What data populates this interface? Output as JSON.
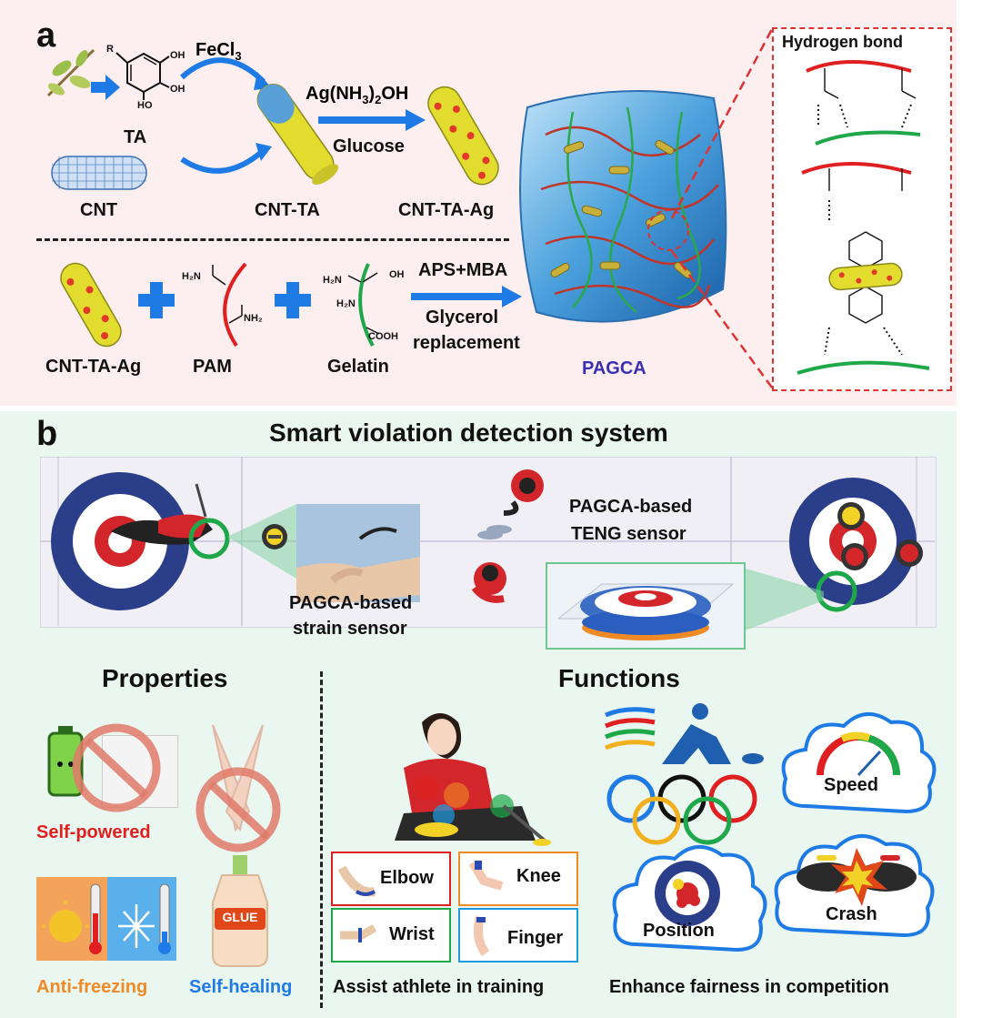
{
  "panel_a": {
    "letter": "a",
    "reagent_fecl3": "FeCl",
    "reagent_fecl3_sub": "3",
    "ta_label": "TA",
    "cnt_label": "CNT",
    "cnt_ta_label": "CNT-TA",
    "reagent_silver": "Ag(NH",
    "reagent_silver_sub": "3",
    "reagent_silver_tail": ")",
    "reagent_silver_sub2": "2",
    "reagent_silver_end": "OH",
    "reagent_glucose": "Glucose",
    "cnt_ta_ag_label": "CNT-TA-Ag",
    "cnt_ta_ag_label2": "CNT-TA-Ag",
    "pam_label": "PAM",
    "gelatin_label": "Gelatin",
    "reagent_aps": "APS+MBA",
    "reagent_glycerol": "Glycerol",
    "reagent_replacement": "replacement",
    "pagca_label": "PAGCA",
    "hydrogen_bond_title": "Hydrogen bond",
    "mol_r": "R",
    "mol_oh1": "OH",
    "mol_oh2": "OH",
    "mol_ho": "HO",
    "pam_nh2a": "H₂N",
    "pam_nh2b": "NH₂",
    "gel_nh2": "H₂N",
    "gel_oh": "OH",
    "gel_h2n": "H₂N",
    "gel_cooh": "COOH",
    "colors": {
      "accent_blue": "#1e7be6",
      "pagca_text": "#3a2fb0",
      "dash_red": "#e0312f"
    }
  },
  "panel_b": {
    "letter": "b",
    "title": "Smart violation detection system",
    "teng_line1": "PAGCA-based",
    "teng_line2": "TENG sensor",
    "strain_line1": "PAGCA-based",
    "strain_line2": "strain sensor",
    "properties_title": "Properties",
    "functions_title": "Functions",
    "prop_self_powered": "Self-powered",
    "prop_anti_freezing": "Anti-freezing",
    "prop_self_healing": "Self-healing",
    "glue_label": "GLUE",
    "joints": [
      "Elbow",
      "Knee",
      "Wrist",
      "Finger"
    ],
    "assist_caption": "Assist athlete in training",
    "clouds": [
      "Speed",
      "Position",
      "Crash"
    ],
    "fairness_caption": "Enhance fairness in competition",
    "colors": {
      "self_powered": "#e02020",
      "anti_freezing": "#f08a24",
      "self_healing": "#1e7be6",
      "elbow_border": "#e02020",
      "knee_border": "#f08a24",
      "wrist_border": "#1ea84a",
      "finger_border": "#1e9be0"
    }
  }
}
